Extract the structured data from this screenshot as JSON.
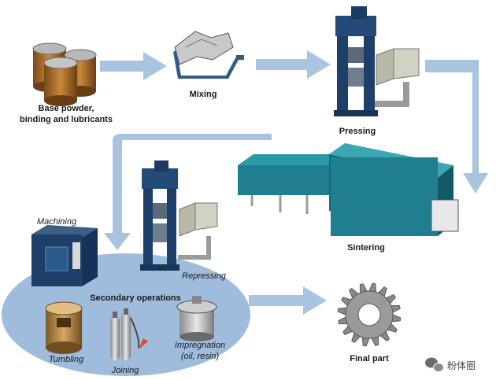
{
  "steps": {
    "base_powder": {
      "line1": "Base powder,",
      "line2": "binding and lubricants"
    },
    "mixing": "Mixing",
    "pressing": "Pressing",
    "sintering": "Sintering",
    "machining": "Machining",
    "repressing": "Repressing",
    "secondary_operations": "Secondary operations",
    "tumbling": "Tumbling",
    "joining": "Joining",
    "impregnation": {
      "line1": "Impregnation",
      "line2": "(oil, resin)"
    },
    "final_part": "Final part"
  },
  "watermark": "粉体圈",
  "colors": {
    "flow_arrow": "#a8c4e0",
    "ellipse": "#9fbcdc",
    "furnace": "#1f7f8f",
    "press": "#1e3f6a",
    "gear": "#8a8a8a"
  },
  "icons": [
    "powder-drums-icon",
    "mixer-icon",
    "press-icon",
    "furnace-icon",
    "machining-center-icon",
    "repress-icon",
    "tumbling-barrel-icon",
    "gas-cylinders-icon",
    "impregnation-vessel-icon",
    "gear-icon",
    "wechat-icon"
  ]
}
